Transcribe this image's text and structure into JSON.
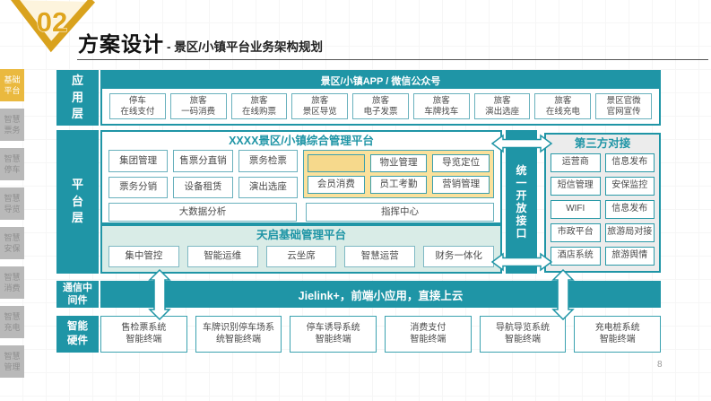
{
  "page": {
    "number": "8"
  },
  "header": {
    "section_number": "02",
    "title": "方案设计",
    "subtitle": "- 景区/小镇平台业务架构规划"
  },
  "colors": {
    "teal": "#1f95a6",
    "mint": "#d9ece7",
    "gold": "#eab93f",
    "gold_dark": "#d9a21d",
    "yellow_group": "#fbe19b",
    "yellow_cell": "#f6d98c",
    "panel_gray": "#ececec",
    "sidebar_gray": "#b9b9b9"
  },
  "sidebar": {
    "active": "基础平台",
    "items": [
      "基础\n平台",
      "智慧\n票务",
      "智慧\n停车",
      "智慧\n导览",
      "智慧\n安保",
      "智慧\n消费",
      "智慧\n充电",
      "智慧\n管理"
    ]
  },
  "app_layer": {
    "label": "应\n用\n层",
    "header": "景区/小镇APP / 微信公众号",
    "items": [
      "停车\n在线支付",
      "旅客\n一码消费",
      "旅客\n在线购票",
      "旅客\n景区导览",
      "旅客\n电子发票",
      "旅客\n车牌找车",
      "旅客\n演出选座",
      "旅客\n在线充电",
      "景区官微\n官网宣传"
    ]
  },
  "platform_layer": {
    "label": "平\n台\n层",
    "main": {
      "title": "XXXX景区/小镇综合管理平台",
      "left_row1": [
        "集团管理",
        "售票分直销",
        "票务检票"
      ],
      "left_row2": [
        "票务分销",
        "设备租赁",
        "演出选座"
      ],
      "highlight_row1": [
        "",
        "物业管理",
        "导览定位"
      ],
      "highlight_row2": [
        "会员消费",
        "员工考勤",
        "营销管理"
      ],
      "wide": [
        "大数据分析",
        "指挥中心"
      ]
    },
    "base": {
      "title": "天启基础管理平台",
      "items": [
        "集中管控",
        "智能运维",
        "云坐席",
        "智慧运营",
        "财务一体化"
      ]
    },
    "interface_bar": {
      "label": "统\n一\n开\n放\n接\n口"
    },
    "third_party": {
      "title": "第三方对接",
      "items": [
        "运营商",
        "信息发布",
        "短信管理",
        "安保监控",
        "WIFI",
        "信息发布",
        "市政平台",
        "旅游局对接",
        "酒店系统",
        "旅游舆情"
      ]
    }
  },
  "middleware": {
    "label": "通信中\n间件",
    "text": "Jielink+，前端小应用，直接上云"
  },
  "hardware": {
    "label": "智能\n硬件",
    "items": [
      "售检票系统\n智能终端",
      "车牌识别停车场系\n统智能终端",
      "停车诱导系统\n智能终端",
      "消费支付\n智能终端",
      "导航导览系统\n智能终端",
      "充电桩系统\n智能终端"
    ]
  }
}
